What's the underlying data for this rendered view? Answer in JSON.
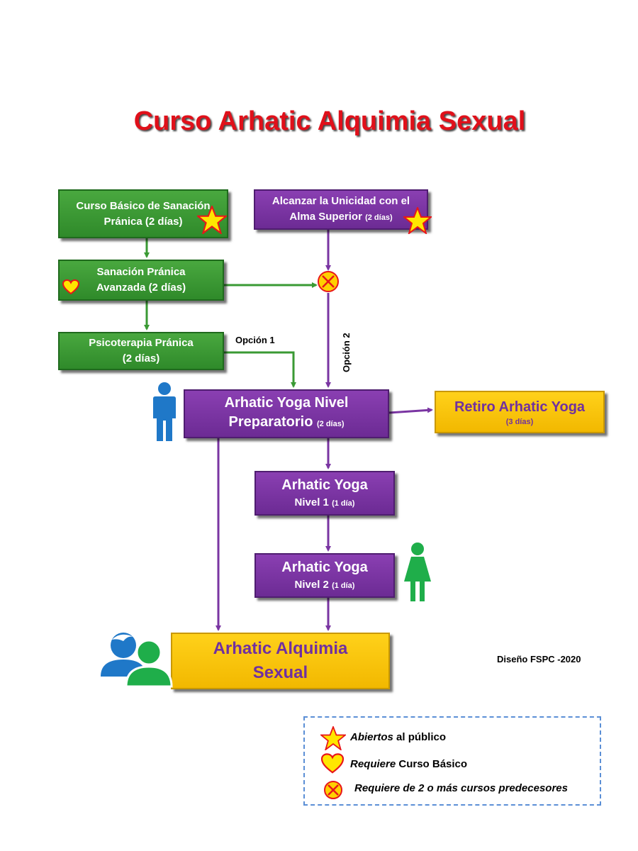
{
  "title": "Curso Arhatic Alquimia Sexual",
  "colors": {
    "green": "#3a9a34",
    "purple": "#7a35a2",
    "yellow": "#f9c80e",
    "title_red": "#e0101a",
    "legend_border": "#5b8fd6"
  },
  "boxes": {
    "curso_basico": {
      "line1": "Curso Básico de Sanación",
      "line2": "Pránica",
      "duration": "(2 días)",
      "badge": "star-icon"
    },
    "unicidad": {
      "line1": "Alcanzar la Unicidad con el",
      "line2": "Alma Superior",
      "duration": "(2 días)",
      "badge": "star-icon"
    },
    "sanacion_avanzada": {
      "line1": "Sanación Pránica",
      "line2": "Avanzada",
      "duration": "(2 días)",
      "badge": "heart-icon"
    },
    "psicoterapia": {
      "line1": "Psicoterapia Pránica",
      "duration": "(2 días)"
    },
    "preparatorio": {
      "line1": "Arhatic Yoga Nivel",
      "line2": "Preparatorio",
      "duration": "(2 días)"
    },
    "retiro": {
      "line1": "Retiro Arhatic Yoga",
      "duration": "(3 días)"
    },
    "nivel1": {
      "line1": "Arhatic Yoga",
      "line2": "Nivel 1",
      "duration": "(1 día)"
    },
    "nivel2": {
      "line1": "Arhatic Yoga",
      "line2": "Nivel 2",
      "duration": "(1 día)"
    },
    "alquimia": {
      "line1": "Arhatic Alquimia",
      "line2": "Sexual"
    }
  },
  "labels": {
    "opcion1": "Opción 1",
    "opcion2": "Opción 2"
  },
  "credit": "Diseño FSPC -2020",
  "legend": {
    "star": {
      "italic": "Abiertos",
      "rest": " al público"
    },
    "heart": {
      "italic": "Requiere",
      "rest": " Curso Básico"
    },
    "cross": {
      "italic": "Requiere de 2 o más cursos predecesores"
    }
  }
}
